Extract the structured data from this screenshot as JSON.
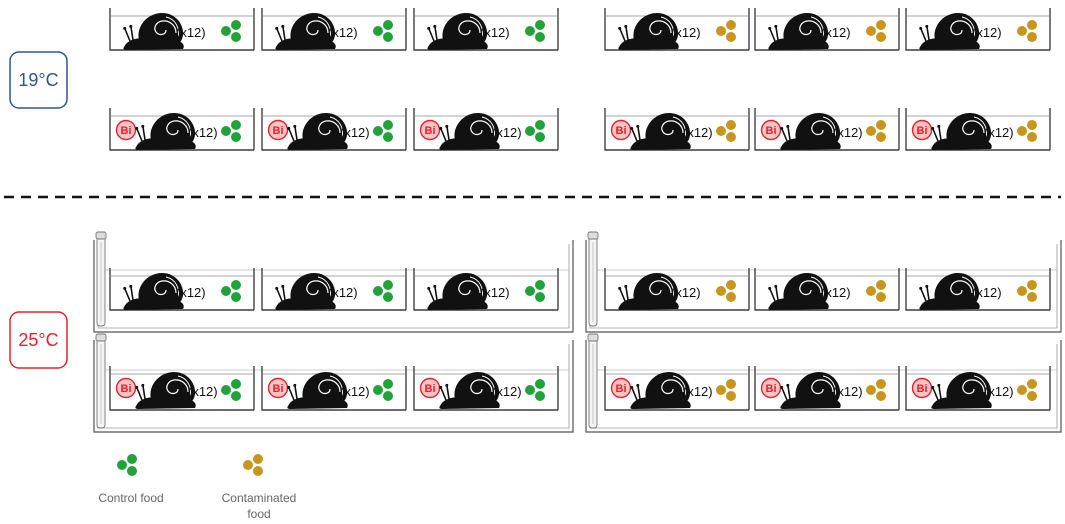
{
  "groups": {
    "t19": {
      "label": "19°C",
      "color": "#2f5597"
    },
    "t25": {
      "label": "25°C",
      "color": "#e8202a"
    }
  },
  "count_label": "(x12)",
  "bi_label": "Bi",
  "colors": {
    "control_food": "#22a33a",
    "contaminated_food": "#c8961e",
    "bi_fill": "#f6c6c6",
    "bi_stroke": "#e8202a",
    "snail": "#111111"
  },
  "legend": {
    "control": "Control food",
    "contaminated_line1": "Contaminated",
    "contaminated_line2": "food"
  },
  "icons": [
    "snail-icon",
    "bismuth-badge-icon",
    "food-pellets-icon",
    "aquarium-heater-icon"
  ]
}
